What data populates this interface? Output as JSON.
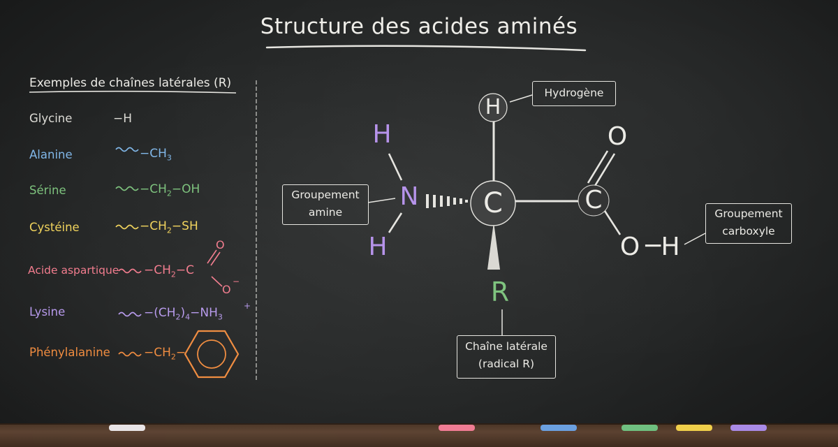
{
  "title": "Structure des acides aminés",
  "legend": {
    "title": "Exemples de chaînes latérales (R)",
    "rows": [
      {
        "name": "Glycine",
        "color": "#dcdbd5"
      },
      {
        "name": "Alanine",
        "color": "#7fb6e8"
      },
      {
        "name": "Sérine",
        "color": "#7cc27c"
      },
      {
        "name": "Cystéine",
        "color": "#f1d35a"
      },
      {
        "name": "Acide aspartique",
        "color": "#f27a8c"
      },
      {
        "name": "Lysine",
        "color": "#b698ec"
      },
      {
        "name": "Phénylalanine",
        "color": "#f08a3c"
      }
    ],
    "formulas": {
      "glycine": "−H",
      "alanine_text": "−CH",
      "alanine_sub": "3",
      "serine_a": "−CH",
      "serine_sub": "2",
      "serine_b": "−OH",
      "cysteine_a": "−CH",
      "cysteine_sub": "2",
      "cysteine_b": "−SH",
      "asp_a": "−CH",
      "asp_sub": "2",
      "asp_b": "−C",
      "asp_o": "O",
      "asp_o2": "O",
      "asp_minus": "−",
      "lys_a": "−(CH",
      "lys_sub2": "2",
      "lys_b": ")",
      "lys_sub4": "4",
      "lys_c": "−NH",
      "lys_sub3": "3",
      "lys_plus": "+",
      "phe_a": "−CH",
      "phe_sub": "2",
      "phe_b": "−"
    }
  },
  "molecule": {
    "center": "C",
    "top": "H",
    "nitrogen": "N",
    "amine_h_top": "H",
    "amine_h_bottom": "H",
    "side_chain": "R",
    "carboxyl_c": "C",
    "carbonyl_o": "O",
    "hydroxyl_o": "O",
    "hydroxyl_h": "H",
    "bond_oh": "−",
    "amine_color": "#b490ea",
    "side_chain_color": "#7cc27c"
  },
  "labels": {
    "hydrogen": "Hydrogène",
    "amine_1": "Groupement",
    "amine_2": "amine",
    "carboxyl_1": "Groupement",
    "carboxyl_2": "carboxyle",
    "side_1": "Chaîne latérale",
    "side_2": "(radical R)"
  },
  "chalk_sticks": [
    "#e8e4e6",
    "#f07a92",
    "#6a9fe0",
    "#6fc080",
    "#f0cf4a",
    "#a98ae6"
  ]
}
